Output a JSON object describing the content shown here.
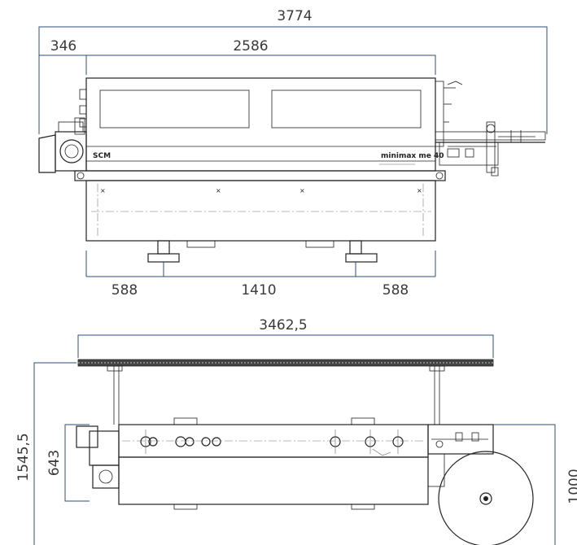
{
  "front_view": {
    "overall_length": "3774",
    "infeed_length": "346",
    "body_length": "2586",
    "left_support": "588",
    "center_support": "1410",
    "right_support": "588",
    "model_label": "minimax me 40",
    "logo_label": "SCM"
  },
  "top_view": {
    "overall_length": "3462,5",
    "overall_depth": "1545,5",
    "body_depth": "643",
    "reel_depth": "1000"
  },
  "colors": {
    "dimension_line": "#2b4f78",
    "drawing_line": "#222222",
    "label_text": "#3a3a3a"
  }
}
